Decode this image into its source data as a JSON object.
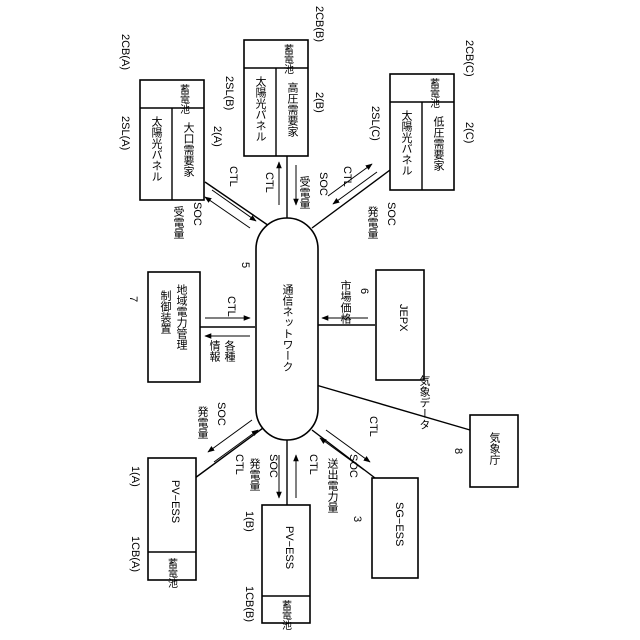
{
  "network": {
    "label": "通信ネットワーク",
    "ref": "5"
  },
  "grid_manager": {
    "line1": "地域電力管理",
    "line2": "制御装置",
    "ref": "7",
    "ctl": "CTL",
    "info1": "各種",
    "info2": "情報"
  },
  "jepx": {
    "label": "JEPX",
    "ref": "6",
    "price": "市場価格"
  },
  "weather": {
    "label": "気象庁",
    "ref": "8",
    "data": "気象データ"
  },
  "sg_ess": {
    "label": "SG−ESS",
    "ref": "3",
    "ctl": "CTL",
    "energy": "送出電力量",
    "soc": "SOC"
  },
  "pv_ess_a": {
    "label": "PV−ESS",
    "ref": "1(A)",
    "cb_ref": "1CB(A)",
    "battery": "蓄電池",
    "ctl": "CTL",
    "gen": "発電量",
    "soc": "SOC"
  },
  "pv_ess_b": {
    "label": "PV−ESS",
    "ref": "1(B)",
    "cb_ref": "1CB(B)",
    "battery": "蓄電池",
    "ctl": "CTL",
    "gen": "発電量",
    "soc": "SOC"
  },
  "demand_a": {
    "panel": "太陽光パネル",
    "demand": "大口需要家",
    "ref": "2(A)",
    "sl_ref": "2SL(A)",
    "cb_ref": "2CB(A)",
    "battery": "蓄電池",
    "ctl": "CTL",
    "recv": "受電量",
    "soc": "SOC"
  },
  "demand_b": {
    "panel": "太陽光パネル",
    "demand": "高圧需要家",
    "ref": "2(B)",
    "sl_ref": "2SL(B)",
    "cb_ref": "2CB(B)",
    "battery": "蓄電池",
    "ctl": "CTL",
    "recv": "受電量",
    "soc": "SOC"
  },
  "demand_c": {
    "panel": "太陽光パネル",
    "demand": "低圧需要家",
    "ref": "2(C)",
    "sl_ref": "2SL(C)",
    "cb_ref": "2CB(C)",
    "battery": "蓄電池",
    "ctl": "CTL",
    "gen": "発電量",
    "soc": "SOC"
  }
}
